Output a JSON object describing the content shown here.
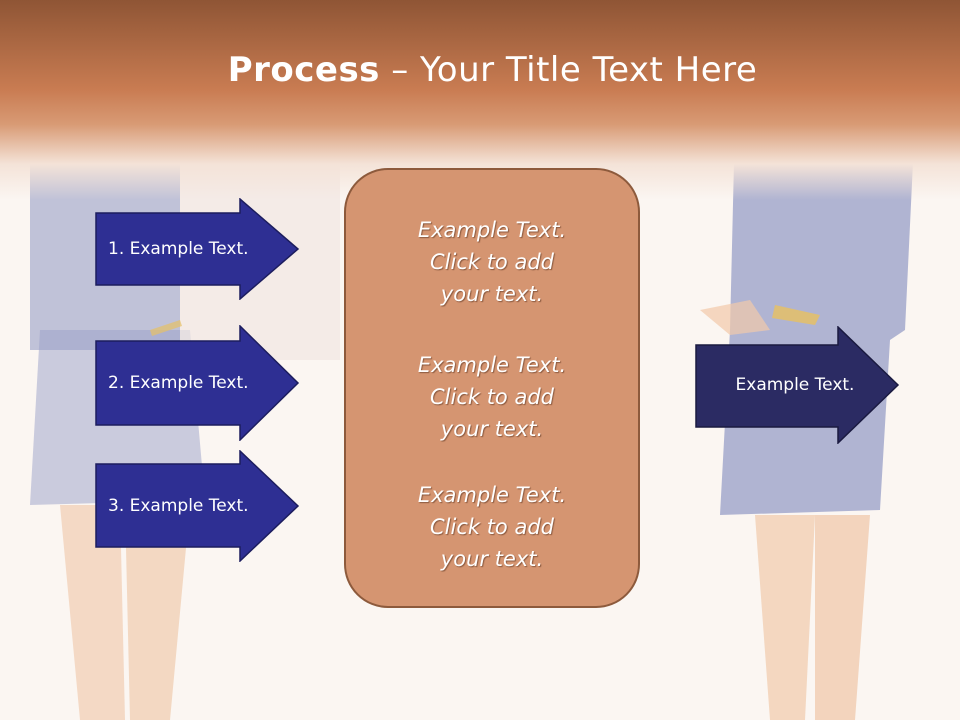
{
  "title": {
    "bold": "Process",
    "rest": " – Your Title Text Here"
  },
  "left_arrows": [
    {
      "label": "1. Example Text."
    },
    {
      "label": "2. Example Text."
    },
    {
      "label": "3. Example Text."
    }
  ],
  "center_box": {
    "paragraphs": [
      "Example Text.\nClick  to add\nyour text.",
      "Example Text.\nClick  to add\nyour text.",
      "Example Text.\nClick  to add\nyour text."
    ]
  },
  "right_arrow": {
    "label": "Example Text."
  },
  "colors": {
    "header": "#c97c52",
    "left_arrow_fill": "#2e2f93",
    "right_arrow_fill": "#2b2b63",
    "box_fill": "#d59571",
    "box_border": "#8d5a3c"
  }
}
